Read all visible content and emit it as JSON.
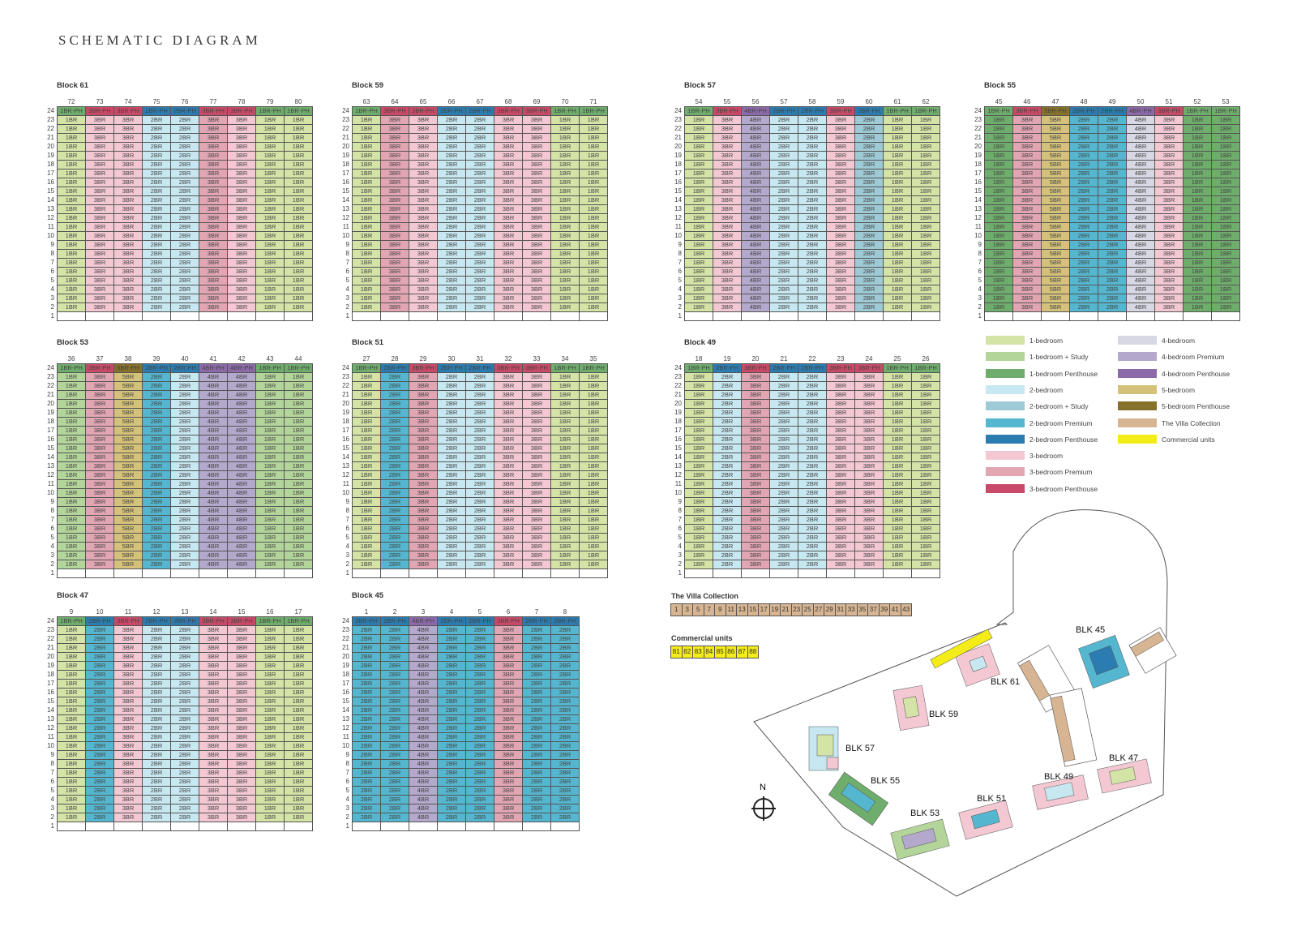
{
  "title": "SCHEMATIC DIAGRAM",
  "colors": {
    "1BR": "#d4e3a6",
    "1BR+S": "#b3d59a",
    "1BR-PH": "#6fad6c",
    "2BR": "#c7e8f1",
    "2BR+S": "#9ecad6",
    "2BR-P": "#55b7cf",
    "2BR-PH": "#2b7cb0",
    "3BR": "#f4c8d3",
    "3BR-P": "#e2a6b3",
    "3BR-PH": "#c94a68",
    "4BR": "#d8d8e4",
    "4BR-P": "#b4a8cc",
    "4BR-PH": "#8c69a8",
    "5BR": "#d5c27a",
    "5BR-PH": "#86712a",
    "VILLA": "#d7b592",
    "COMM": "#f3ec18"
  },
  "floors": [
    "24",
    "23",
    "22",
    "21",
    "20",
    "19",
    "18",
    "17",
    "16",
    "15",
    "14",
    "13",
    "12",
    "11",
    "10",
    "9",
    "8",
    "7",
    "6",
    "5",
    "4",
    "3",
    "2",
    "1"
  ],
  "blocks": [
    {
      "id": "b61",
      "name": "Block 61",
      "units": [
        "72",
        "73",
        "74",
        "75",
        "76",
        "77",
        "78",
        "79",
        "80"
      ],
      "ph": [
        "1BR-PH",
        "3BR-PH",
        "3BR-PH",
        "2BR-PH",
        "2BR-PH",
        "3BR-PH",
        "3BR-PH",
        "1BR-PH",
        "1BR-PH"
      ],
      "ph_c": [
        "1BR-PH",
        "3BR-PH",
        "3BR-PH",
        "2BR-PH",
        "2BR-PH",
        "3BR-PH",
        "3BR-PH",
        "1BR-PH",
        "1BR-PH"
      ],
      "typ": [
        "1BR",
        "3BR",
        "3BR",
        "2BR",
        "2BR",
        "3BR",
        "3BR",
        "1BR",
        "1BR"
      ],
      "typ_c": [
        "1BR",
        "3BR",
        "3BR",
        "2BR",
        "2BR",
        "3BR-P",
        "3BR",
        "1BR",
        "1BR"
      ]
    },
    {
      "id": "b59",
      "name": "Block 59",
      "units": [
        "63",
        "64",
        "65",
        "66",
        "67",
        "68",
        "69",
        "70",
        "71"
      ],
      "ph": [
        "1BR-PH",
        "3BR-PH",
        "3BR-PH",
        "2BR-PH",
        "2BR-PH",
        "3BR-PH",
        "3BR-PH",
        "1BR-PH",
        "1BR-PH"
      ],
      "ph_c": [
        "1BR-PH",
        "3BR-PH",
        "3BR-PH",
        "2BR-PH",
        "2BR-PH",
        "3BR-PH",
        "3BR-PH",
        "1BR-PH",
        "1BR-PH"
      ],
      "typ": [
        "1BR",
        "3BR",
        "3BR",
        "2BR",
        "2BR",
        "3BR",
        "3BR",
        "1BR",
        "1BR"
      ],
      "typ_c": [
        "1BR",
        "3BR-P",
        "3BR",
        "2BR",
        "2BR",
        "3BR",
        "3BR",
        "1BR",
        "1BR"
      ]
    },
    {
      "id": "b57",
      "name": "Block 57",
      "units": [
        "54",
        "55",
        "56",
        "57",
        "58",
        "59",
        "60",
        "61",
        "62"
      ],
      "ph": [
        "1BR-PH",
        "3BR-PH",
        "4BR-PH",
        "2BR-PH",
        "2BR-PH",
        "3BR-PH",
        "2BR-PH",
        "1BR-PH",
        "1BR-PH"
      ],
      "ph_c": [
        "1BR-PH",
        "3BR-PH",
        "4BR-PH",
        "2BR-PH",
        "2BR-PH",
        "3BR-PH",
        "2BR-PH",
        "1BR-PH",
        "1BR-PH"
      ],
      "typ": [
        "1BR",
        "3BR",
        "4BR",
        "2BR",
        "2BR",
        "3BR",
        "2BR",
        "1BR",
        "1BR"
      ],
      "typ_c": [
        "1BR",
        "3BR",
        "4BR-P",
        "2BR",
        "2BR",
        "3BR",
        "2BR+S",
        "1BR",
        "1BR"
      ]
    },
    {
      "id": "b55",
      "name": "Block 55",
      "units": [
        "45",
        "46",
        "47",
        "48",
        "49",
        "50",
        "51",
        "52",
        "53"
      ],
      "ph": [
        "1BR-PH",
        "3BR-PH",
        "5BR-PH",
        "2BR-PH",
        "2BR-PH",
        "4BR-PH",
        "3BR-PH",
        "1BR-PH",
        "1BR-PH"
      ],
      "ph_c": [
        "1BR-PH",
        "3BR-PH",
        "5BR-PH",
        "2BR-PH",
        "2BR-PH",
        "4BR-PH",
        "3BR-PH",
        "1BR-PH",
        "1BR-PH"
      ],
      "typ": [
        "1BR",
        "3BR",
        "5BR",
        "2BR",
        "2BR",
        "4BR",
        "3BR",
        "1BR",
        "1BR"
      ],
      "typ_c": [
        "1BR-PH",
        "3BR-P",
        "5BR",
        "2BR-P",
        "2BR-P",
        "4BR",
        "3BR",
        "1BR-PH",
        "1BR-PH"
      ]
    },
    {
      "id": "b53",
      "name": "Block 53",
      "units": [
        "36",
        "37",
        "38",
        "39",
        "40",
        "41",
        "42",
        "43",
        "44"
      ],
      "ph": [
        "1BR-PH",
        "3BR-PH",
        "5BR-PH",
        "2BR-PH",
        "2BR-PH",
        "4BR-PH",
        "4BR-PH",
        "1BR-PH",
        "1BR-PH"
      ],
      "ph_c": [
        "1BR-PH",
        "3BR-PH",
        "5BR-PH",
        "2BR-PH",
        "2BR-PH",
        "4BR-PH",
        "4BR-PH",
        "1BR-PH",
        "1BR-PH"
      ],
      "typ": [
        "1BR",
        "3BR",
        "5BR",
        "2BR",
        "2BR",
        "4BR",
        "4BR",
        "1BR",
        "1BR"
      ],
      "typ_c": [
        "1BR+S",
        "3BR-P",
        "5BR",
        "2BR-P",
        "2BR",
        "4BR-P",
        "4BR-P",
        "1BR+S",
        "1BR+S"
      ]
    },
    {
      "id": "b51",
      "name": "Block 51",
      "units": [
        "27",
        "28",
        "29",
        "30",
        "31",
        "32",
        "33",
        "34",
        "35"
      ],
      "ph": [
        "1BR-PH",
        "2BR-PH",
        "3BR-PH",
        "2BR-PH",
        "2BR-PH",
        "3BR-PH",
        "3BR-PH",
        "1BR-PH",
        "1BR-PH"
      ],
      "ph_c": [
        "1BR-PH",
        "2BR-PH",
        "3BR-PH",
        "2BR-PH",
        "2BR-PH",
        "3BR-PH",
        "3BR-PH",
        "1BR-PH",
        "1BR-PH"
      ],
      "typ": [
        "1BR",
        "2BR",
        "3BR",
        "2BR",
        "2BR",
        "3BR",
        "3BR",
        "1BR",
        "1BR"
      ],
      "typ_c": [
        "1BR",
        "2BR-P",
        "3BR-P",
        "2BR",
        "2BR",
        "3BR",
        "3BR",
        "1BR",
        "1BR"
      ]
    },
    {
      "id": "b49",
      "name": "Block 49",
      "units": [
        "18",
        "19",
        "20",
        "21",
        "22",
        "23",
        "24",
        "25",
        "26"
      ],
      "ph": [
        "1BR-PH",
        "2BR-PH",
        "3BR-PH",
        "2BR-PH",
        "2BR-PH",
        "3BR-PH",
        "3BR-PH",
        "1BR-PH",
        "1BR-PH"
      ],
      "ph_c": [
        "1BR-PH",
        "2BR-PH",
        "3BR-PH",
        "2BR-PH",
        "2BR-PH",
        "3BR-PH",
        "3BR-PH",
        "1BR-PH",
        "1BR-PH"
      ],
      "typ": [
        "1BR",
        "2BR",
        "3BR",
        "2BR",
        "2BR",
        "3BR",
        "3BR",
        "1BR",
        "1BR"
      ],
      "typ_c": [
        "1BR",
        "2BR",
        "3BR-P",
        "2BR",
        "2BR",
        "3BR",
        "3BR",
        "1BR",
        "1BR"
      ]
    },
    {
      "id": "b47",
      "name": "Block 47",
      "units": [
        "9",
        "10",
        "11",
        "12",
        "13",
        "14",
        "15",
        "16",
        "17"
      ],
      "ph": [
        "1BR-PH",
        "2BR-PH",
        "3BR-PH",
        "2BR-PH",
        "2BR-PH",
        "3BR-PH",
        "3BR-PH",
        "1BR-PH",
        "1BR-PH"
      ],
      "ph_c": [
        "1BR-PH",
        "2BR-PH",
        "3BR-PH",
        "2BR-PH",
        "2BR-PH",
        "3BR-PH",
        "3BR-PH",
        "1BR-PH",
        "1BR-PH"
      ],
      "typ": [
        "1BR",
        "2BR",
        "3BR",
        "2BR",
        "2BR",
        "3BR",
        "3BR",
        "1BR",
        "1BR"
      ],
      "typ_c": [
        "1BR",
        "2BR-P",
        "3BR",
        "2BR",
        "2BR",
        "3BR",
        "3BR",
        "1BR",
        "1BR"
      ]
    },
    {
      "id": "b45",
      "name": "Block 45",
      "units": [
        "1",
        "2",
        "3",
        "4",
        "5",
        "6",
        "7",
        "8"
      ],
      "ph": [
        "2BR-PH",
        "2BR-PH",
        "4BR-PH",
        "2BR-PH",
        "2BR-PH",
        "3BR-PH",
        "2BR-PH",
        "2BR-PH"
      ],
      "ph_c": [
        "2BR-PH",
        "2BR-PH",
        "4BR-PH",
        "2BR-PH",
        "2BR-PH",
        "3BR-PH",
        "2BR-PH",
        "2BR-PH"
      ],
      "typ": [
        "2BR",
        "2BR",
        "4BR",
        "2BR",
        "2BR",
        "3BR",
        "2BR",
        "2BR"
      ],
      "typ_c": [
        "2BR-P",
        "2BR-P",
        "4BR-P",
        "2BR-P",
        "2BR-P",
        "3BR-P",
        "2BR-P",
        "2BR-P"
      ]
    }
  ],
  "legend": [
    {
      "label": "1-bedroom",
      "key": "1BR"
    },
    {
      "label": "1-bedroom + Study",
      "key": "1BR+S"
    },
    {
      "label": "1-bedroom Penthouse",
      "key": "1BR-PH"
    },
    {
      "label": "2-bedroom",
      "key": "2BR"
    },
    {
      "label": "2-bedroom + Study",
      "key": "2BR+S"
    },
    {
      "label": "2-bedroom Premium",
      "key": "2BR-P"
    },
    {
      "label": "2-bedroom Penthouse",
      "key": "2BR-PH"
    },
    {
      "label": "3-bedroom",
      "key": "3BR"
    },
    {
      "label": "3-bedroom Premium",
      "key": "3BR-P"
    },
    {
      "label": "3-bedroom Penthouse",
      "key": "3BR-PH"
    },
    {
      "label": "4-bedroom",
      "key": "4BR"
    },
    {
      "label": "4-bedroom Premium",
      "key": "4BR-P"
    },
    {
      "label": "4-bedroom Penthouse",
      "key": "4BR-PH"
    },
    {
      "label": "5-bedroom",
      "key": "5BR"
    },
    {
      "label": "5-bedroom Penthouse",
      "key": "5BR-PH"
    },
    {
      "label": "The Villa Collection",
      "key": "VILLA"
    },
    {
      "label": "Commercial units",
      "key": "COMM"
    }
  ],
  "villa": {
    "title": "The Villa Collection",
    "units": [
      "1",
      "3",
      "5",
      "7",
      "9",
      "11",
      "13",
      "15",
      "17",
      "19",
      "21",
      "23",
      "25",
      "27",
      "29",
      "31",
      "33",
      "35",
      "37",
      "39",
      "41",
      "43"
    ]
  },
  "commercial": {
    "title": "Commercial units",
    "units": [
      "81",
      "82",
      "83",
      "84",
      "85",
      "86",
      "87",
      "88"
    ]
  },
  "map": {
    "north": "N",
    "labels": [
      "BLK 45",
      "BLK 61",
      "BLK 59",
      "BLK 57",
      "BLK 55",
      "BLK 53",
      "BLK 51",
      "BLK 49",
      "BLK 47"
    ]
  }
}
